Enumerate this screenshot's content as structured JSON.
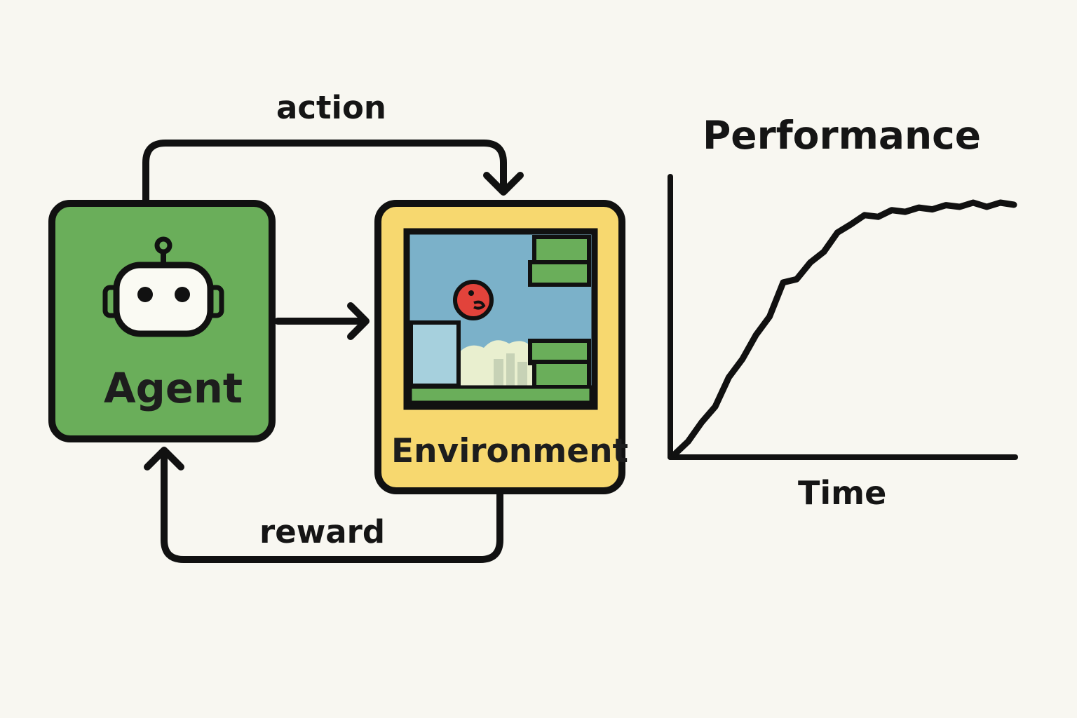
{
  "diagram": {
    "action_label": "action",
    "reward_label": "reward",
    "agent": {
      "label": "Agent",
      "fill": "#6aae5a",
      "icon": "robot-icon"
    },
    "environment": {
      "label": "Environment",
      "fill": "#f7d86f",
      "screen_icon": "game-screen-icon"
    }
  },
  "chart_data": {
    "type": "line",
    "title": "Performance",
    "xlabel": "Time",
    "ylabel": "",
    "ticks": "none",
    "grid": false,
    "series": [
      {
        "x": [
          0,
          0.04,
          0.08,
          0.12,
          0.16,
          0.2,
          0.24,
          0.28,
          0.32,
          0.36,
          0.4,
          0.44,
          0.48,
          0.52,
          0.56,
          0.6,
          0.64,
          0.68,
          0.72,
          0.76,
          0.8,
          0.84,
          0.88,
          0.92,
          0.96,
          1.0
        ],
        "y": [
          0,
          0.06,
          0.12,
          0.2,
          0.3,
          0.39,
          0.47,
          0.56,
          0.68,
          0.71,
          0.76,
          0.82,
          0.88,
          0.93,
          0.95,
          0.96,
          0.97,
          0.98,
          0.98,
          0.99,
          0.99,
          1.0,
          1.0,
          1.0,
          1.0,
          1.0
        ],
        "color": "#111111"
      }
    ]
  }
}
